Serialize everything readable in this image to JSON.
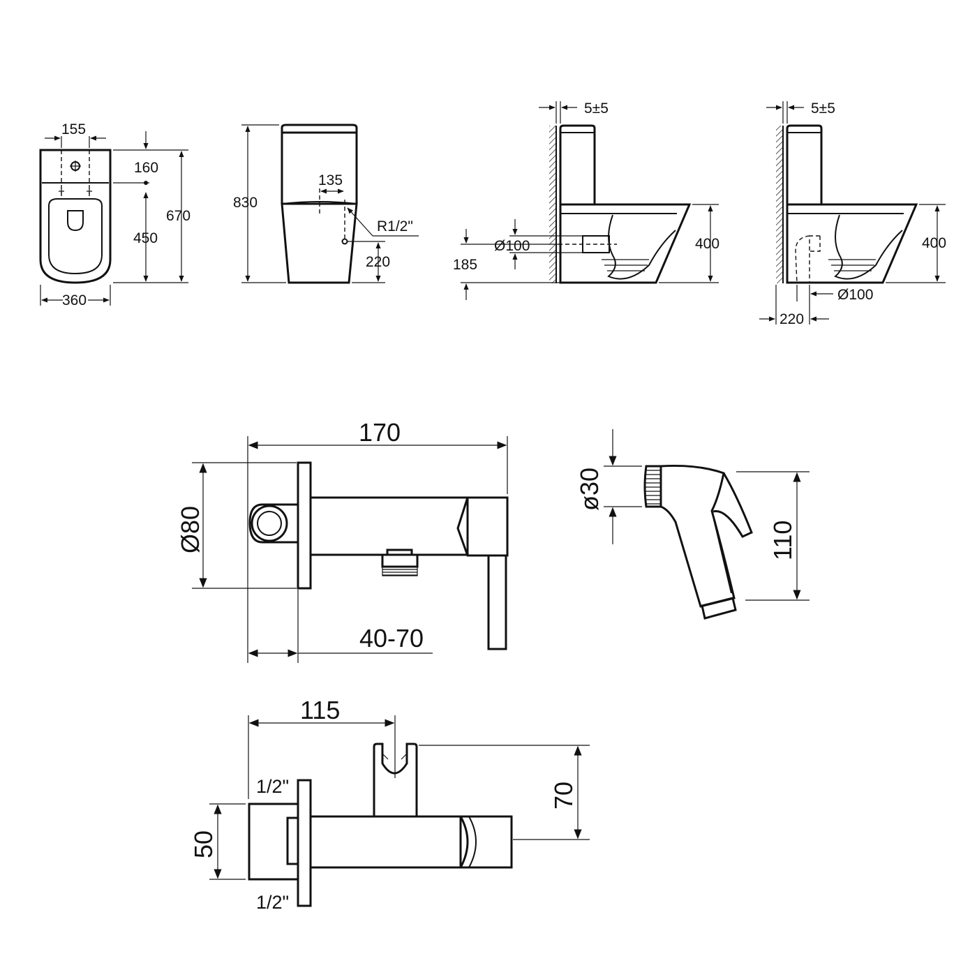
{
  "colors": {
    "line": "#111111",
    "background": "#ffffff"
  },
  "toilet_top": {
    "dim_top_width": "155",
    "dim_tank_depth": "160",
    "dim_bowl": "450",
    "dim_total_length": "670",
    "dim_width": "360"
  },
  "toilet_front": {
    "dim_height": "830",
    "dim_inlet_offset": "135",
    "inlet_thread": "R1/2\"",
    "dim_inlet_height": "220"
  },
  "toilet_side_a": {
    "dim_wall_gap": "5±5",
    "dim_outlet_dia": "Ø100",
    "dim_outlet_height": "185",
    "dim_seat_height": "400"
  },
  "toilet_side_b": {
    "dim_wall_gap": "5±5",
    "dim_seat_height": "400",
    "dim_outlet_dia": "Ø100",
    "dim_outlet_offset": "220"
  },
  "valve": {
    "dim_length": "170",
    "dim_plate_dia": "Ø80",
    "dim_wall_range": "40-70"
  },
  "sprayer": {
    "dim_head_dia": "ø30",
    "dim_height": "110"
  },
  "holder_valve": {
    "dim_length": "115",
    "dim_holder_height": "70",
    "dim_body_height": "50",
    "thread_top": "1/2\"",
    "thread_bottom": "1/2\""
  }
}
